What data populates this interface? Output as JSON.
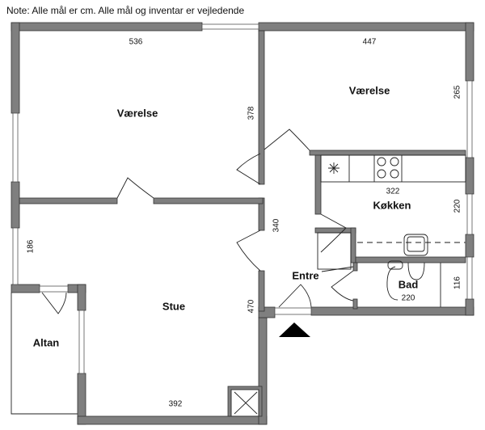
{
  "note": "Note: Alle mål er cm. Alle mål og inventar er vejledende",
  "rooms": {
    "vaerelse_left": "Værelse",
    "vaerelse_right": "Værelse",
    "kokken": "Køkken",
    "stue": "Stue",
    "entre": "Entre",
    "bad": "Bad",
    "altan": "Altan"
  },
  "dimensions": {
    "vaerelse_left_width": "536",
    "vaerelse_left_depth": "378",
    "vaerelse_right_width": "447",
    "vaerelse_right_depth": "265",
    "kokken_width": "322",
    "kokken_depth": "220",
    "hall_depth": "340",
    "stue_left": "186",
    "stue_depth": "470",
    "stue_width": "392",
    "bad_width": "220",
    "bad_depth": "116"
  },
  "colors": {
    "wall": "#7f7f7f"
  }
}
